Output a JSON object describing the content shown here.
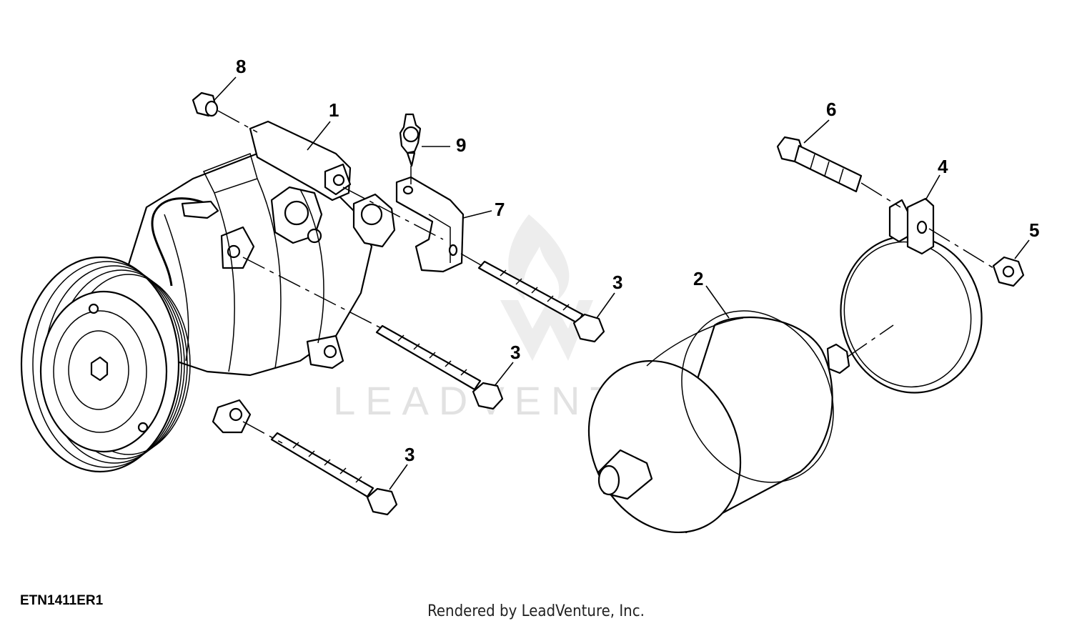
{
  "figure_code": "ETN1411ER1",
  "credit": "Rendered by LeadVenture, Inc.",
  "watermark": "LEADVENTURE",
  "callouts": [
    {
      "id": "c1",
      "label": "1",
      "part": "compressor"
    },
    {
      "id": "c2",
      "label": "2",
      "part": "receiver-dryer"
    },
    {
      "id": "c3a",
      "label": "3",
      "part": "cap-screw"
    },
    {
      "id": "c3b",
      "label": "3",
      "part": "cap-screw"
    },
    {
      "id": "c3c",
      "label": "3",
      "part": "cap-screw"
    },
    {
      "id": "c4",
      "label": "4",
      "part": "band-clamp"
    },
    {
      "id": "c5",
      "label": "5",
      "part": "lock-nut"
    },
    {
      "id": "c6",
      "label": "6",
      "part": "cap-screw-clamp"
    },
    {
      "id": "c7",
      "label": "7",
      "part": "bracket"
    },
    {
      "id": "c8",
      "label": "8",
      "part": "nut"
    },
    {
      "id": "c9",
      "label": "9",
      "part": "connector-clip"
    }
  ]
}
